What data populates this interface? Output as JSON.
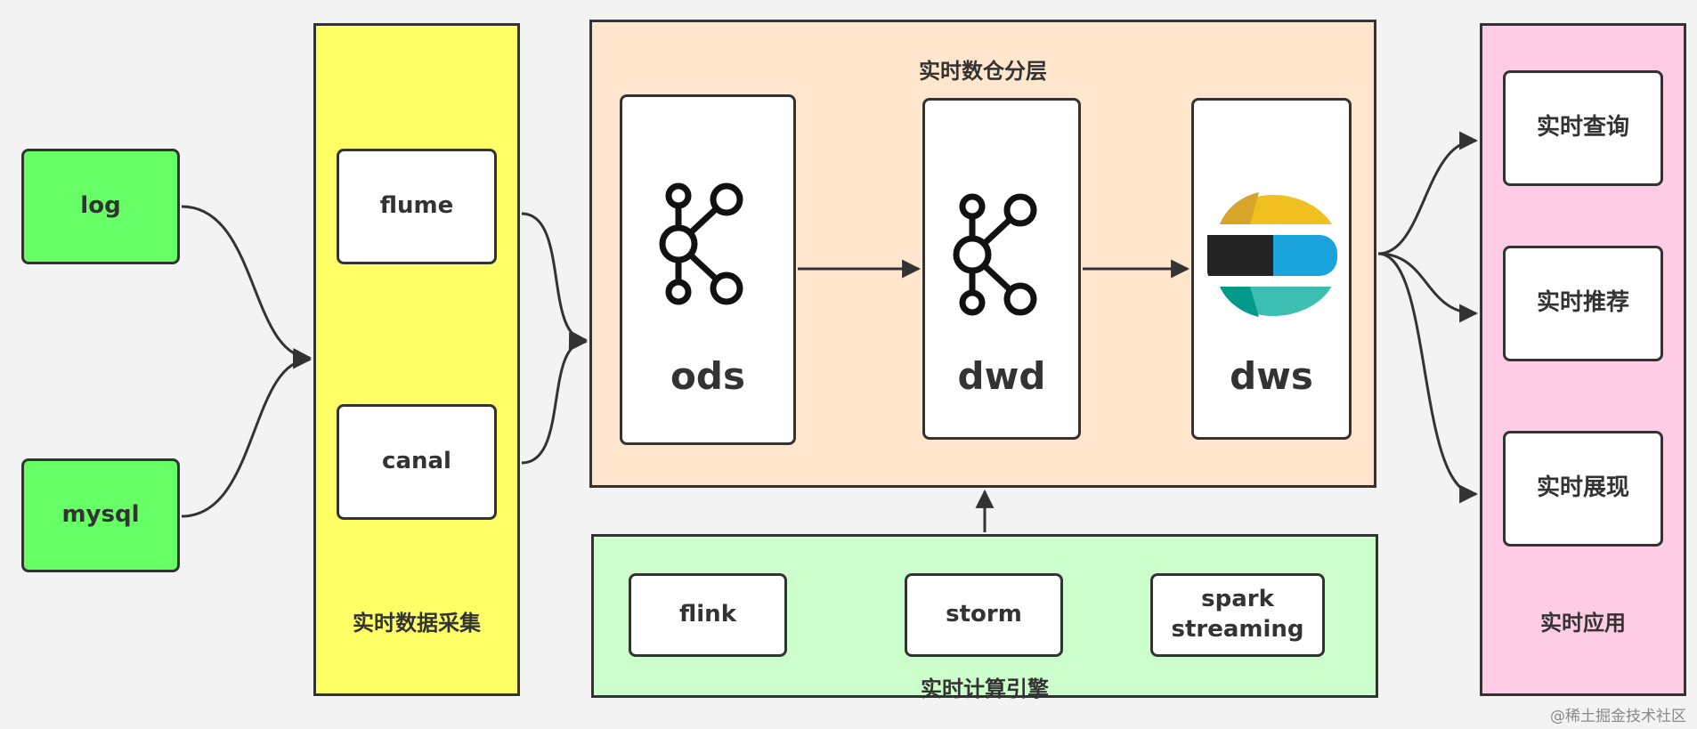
{
  "sources": {
    "log": "log",
    "mysql": "mysql"
  },
  "collection": {
    "title": "实时数据采集",
    "flume": "flume",
    "canal": "canal"
  },
  "layers": {
    "title": "实时数仓分层",
    "ods": "ods",
    "dwd": "dwd",
    "dws": "dws"
  },
  "compute": {
    "title": "实时计算引擎",
    "flink": "flink",
    "storm": "storm",
    "spark_line1": "spark",
    "spark_line2": "streaming"
  },
  "apps": {
    "title": "实时应用",
    "query": "实时查询",
    "recommend": "实时推荐",
    "display": "实时展现"
  },
  "icons": {
    "ods": "kafka-icon",
    "dwd": "kafka-icon",
    "dws": "elasticsearch-icon"
  },
  "colors": {
    "sources": "#66ff66",
    "collection": "#ffff66",
    "layers": "#ffe6cc",
    "compute": "#ccffcc",
    "apps": "#ffccE6"
  },
  "watermark": "@稀土掘金技术社区"
}
